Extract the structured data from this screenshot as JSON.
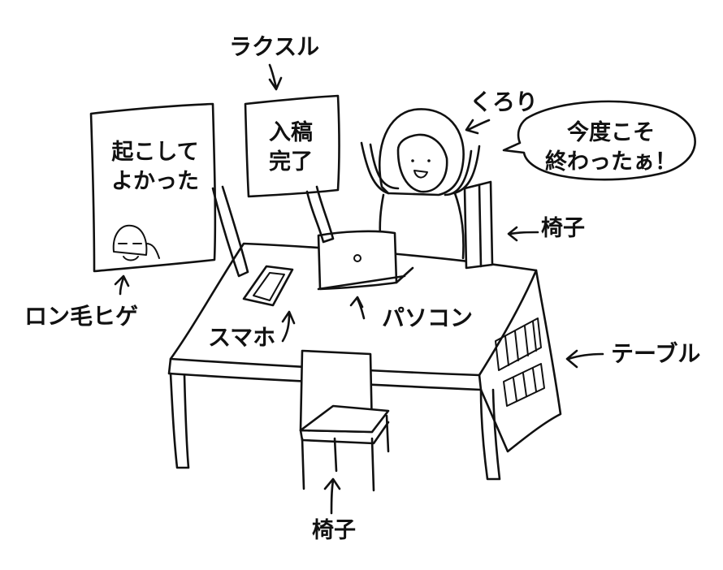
{
  "labels": {
    "raksul": "ラクスル",
    "kurori": "くろり",
    "chair_right": "椅子",
    "chair_bottom": "椅子",
    "table": "テーブル",
    "pc": "パソコン",
    "smartphone": "スマホ",
    "ronge_hige": "ロン毛ヒゲ"
  },
  "bubbles": {
    "left_sign": "起こして\nよかった",
    "center_sign": "入稿\n完了",
    "speech": "今度こそ\n終わったぁ！"
  },
  "colors": {
    "ink": "#111111",
    "paper": "#ffffff"
  }
}
